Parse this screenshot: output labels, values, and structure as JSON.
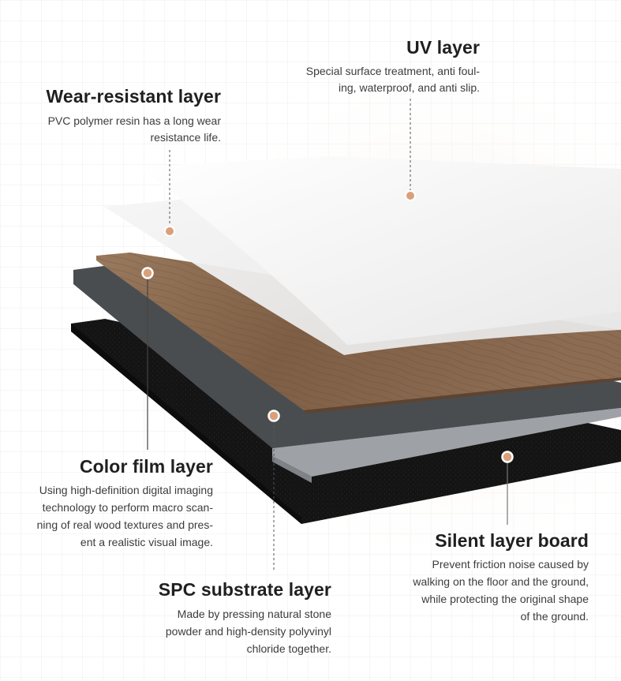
{
  "layers": [
    {
      "id": "uv",
      "title": "UV layer",
      "description_lines": [
        "Special surface treatment, anti foul-",
        "ing, waterproof, and anti slip."
      ]
    },
    {
      "id": "wear",
      "title": "Wear-resistant layer",
      "description_lines": [
        "PVC polymer resin has a long wear",
        "resistance life."
      ]
    },
    {
      "id": "color",
      "title": "Color film layer",
      "description_lines": [
        "Using high-definition digital imaging",
        "technology to perform macro scan-",
        "ning of real wood textures and pres-",
        "ent a realistic visual image."
      ]
    },
    {
      "id": "silent",
      "title": "Silent layer board",
      "description_lines": [
        "Prevent friction noise caused by",
        "walking on the floor and the ground,",
        "while protecting the original shape",
        "of the ground."
      ]
    },
    {
      "id": "spc",
      "title": "SPC substrate layer",
      "description_lines": [
        "Made by pressing natural stone",
        "powder and high-density polyvinyl",
        "chloride together."
      ]
    }
  ],
  "colors": {
    "marker": "#d9a07a",
    "leader_line": "#555555",
    "wood": "#8a6a50",
    "spc_board": "#4a4d50",
    "spc_edge": "#9a9ea2",
    "silent_board": "#151515",
    "film": "#f2f2f2",
    "grid": "#ececec"
  }
}
